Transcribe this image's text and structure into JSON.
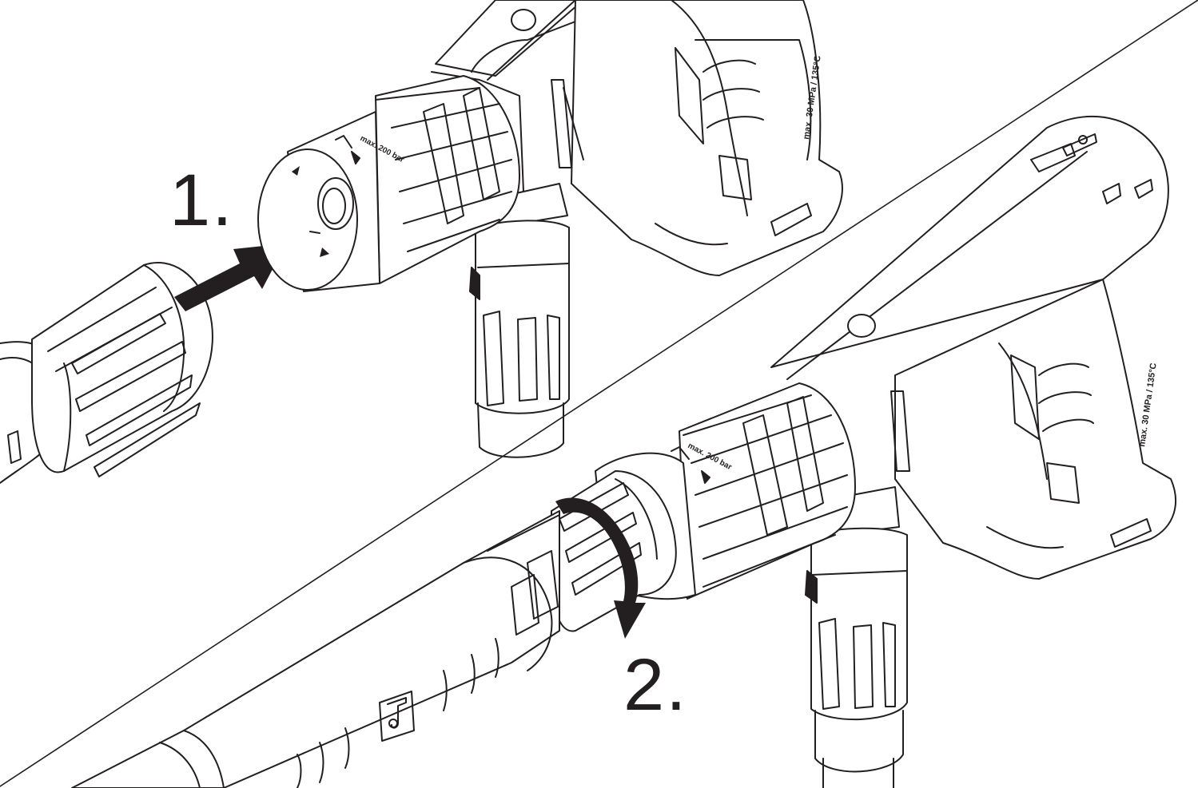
{
  "steps": {
    "one": {
      "label": "1."
    },
    "two": {
      "label": "2."
    }
  },
  "markings": {
    "rating_text": "max. 30 MPa / 135°C",
    "nozzle_text": "max. 200 bar"
  },
  "colors": {
    "ink": "#231f20",
    "background": "#ffffff"
  },
  "icons": {
    "insert_arrow": "arrow-right-icon",
    "rotate_arrow": "curved-arrow-clockwise-icon"
  }
}
